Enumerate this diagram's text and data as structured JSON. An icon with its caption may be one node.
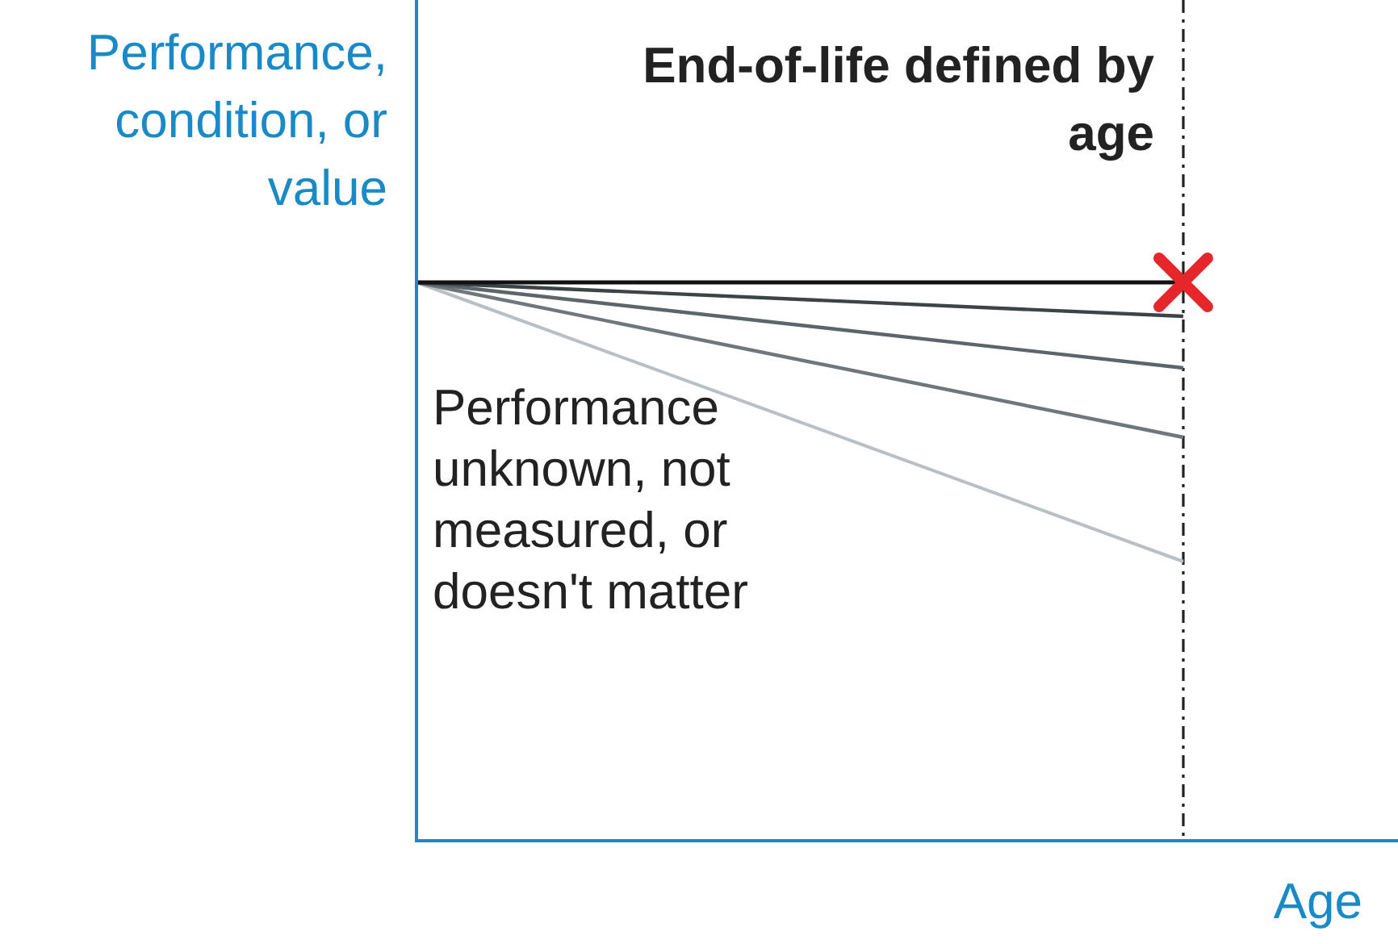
{
  "diagram": {
    "labels": [
      "Performance, condition, or value",
      "End-of-life defined by age",
      "Performance unknown, not measured, or doesn't matter",
      "Age"
    ]
  }
}
